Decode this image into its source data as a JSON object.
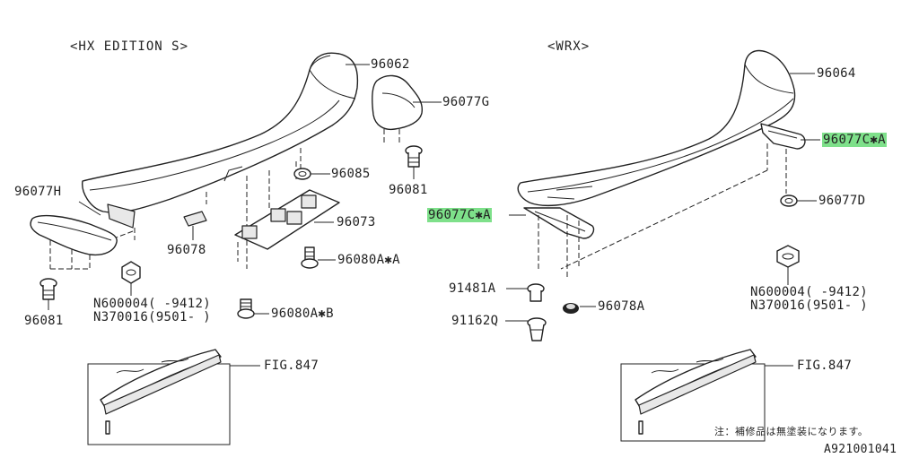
{
  "diagram": {
    "sections": {
      "left_title": "<HX EDITION S>",
      "right_title": "<WRX>"
    },
    "left_parts": {
      "p96062": "96062",
      "p96077G": "96077G",
      "p96085": "96085",
      "p96081_top": "96081",
      "p96073": "96073",
      "p96077H": "96077H",
      "p96078": "96078",
      "p96080AA": "96080A✱A",
      "p96080AB": "96080A✱B",
      "p96081_bottom": "96081",
      "pN600004": "N600004(  -9412)",
      "pN370016": "N370016(9501-  )",
      "pFIG847": "FIG.847"
    },
    "right_parts": {
      "p96064": "96064",
      "p96077CA_upper": "96077C✱A",
      "p96077CA_left": "96077C✱A",
      "p96077D": "96077D",
      "pN600004": "N600004(  -9412)",
      "pN370016": "N370016(9501-  )",
      "p91481A": "91481A",
      "p96078A": "96078A",
      "p91162Q": "91162Q",
      "pFIG847": "FIG.847"
    },
    "note": "注：補修品は無塗装になります。",
    "diagram_id": "A921001041",
    "highlight_color": "#7ee08a"
  }
}
